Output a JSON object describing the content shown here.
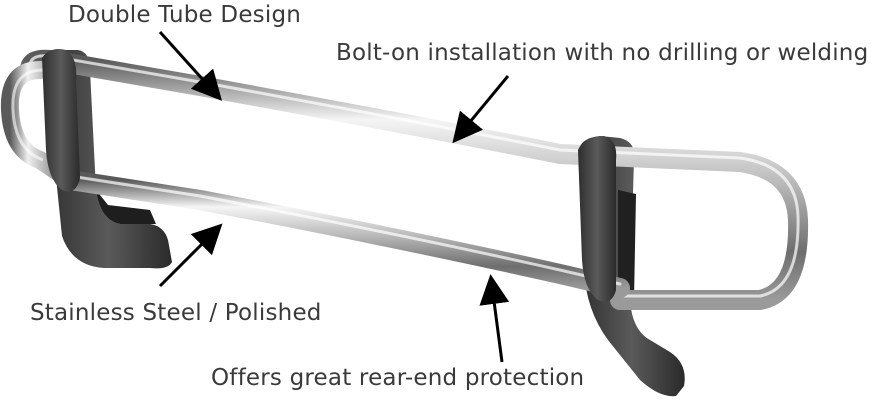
{
  "callouts": {
    "double_tube": "Double Tube Design",
    "bolt_on": "Bolt-on installation with no drilling or welding",
    "stainless": "Stainless Steel / Polished",
    "protection": "Offers great rear-end protection"
  },
  "colors": {
    "steel_highlight": "#f4f4f4",
    "steel_mid": "#a9a9a9",
    "steel_dark": "#4a4a4a",
    "bracket": "#3b3b3b",
    "text": "#3a3a3a",
    "arrow": "#000000"
  }
}
